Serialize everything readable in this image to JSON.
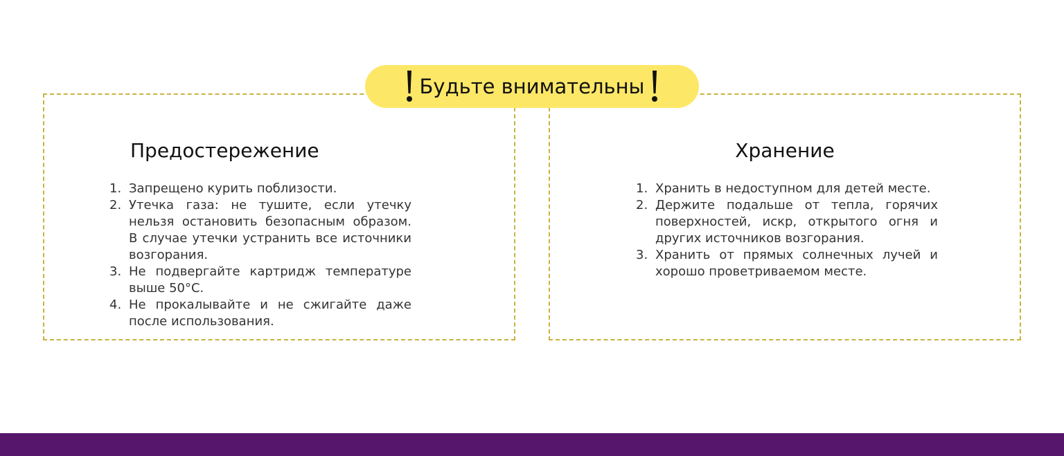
{
  "badge": {
    "text": "Будьте внимательны",
    "color": "#fde767"
  },
  "precaution": {
    "title": "Предостережение",
    "items": [
      {
        "num": "1.",
        "text": "Запрещено курить поблизости."
      },
      {
        "num": "2.",
        "text": "Утечка газа: не тушите, если утечку нельзя остановить безопасным образом. В случае утечки устранить все источ­ники возгорания."
      },
      {
        "num": "3.",
        "text": "Не подвергайте картридж температуре выше 50°C."
      },
      {
        "num": "4.",
        "text": "Не прокалывайте и не сжигайте даже после использования."
      }
    ]
  },
  "storage": {
    "title": "Хранение",
    "items": [
      {
        "num": "1.",
        "text": "Хранить в недоступном для детей месте."
      },
      {
        "num": "2.",
        "text": "Держите подальше от тепла, горячих поверхностей, искр, открытого огня и других источников возгорания."
      },
      {
        "num": "3.",
        "text": "Хранить от прямых солнечных лучей и хорошо проветриваемом месте."
      }
    ]
  },
  "colors": {
    "border": "#c9b23f",
    "footer": "#56166b"
  },
  "icons": {
    "left": "exclamation-icon",
    "right": "exclamation-icon"
  }
}
